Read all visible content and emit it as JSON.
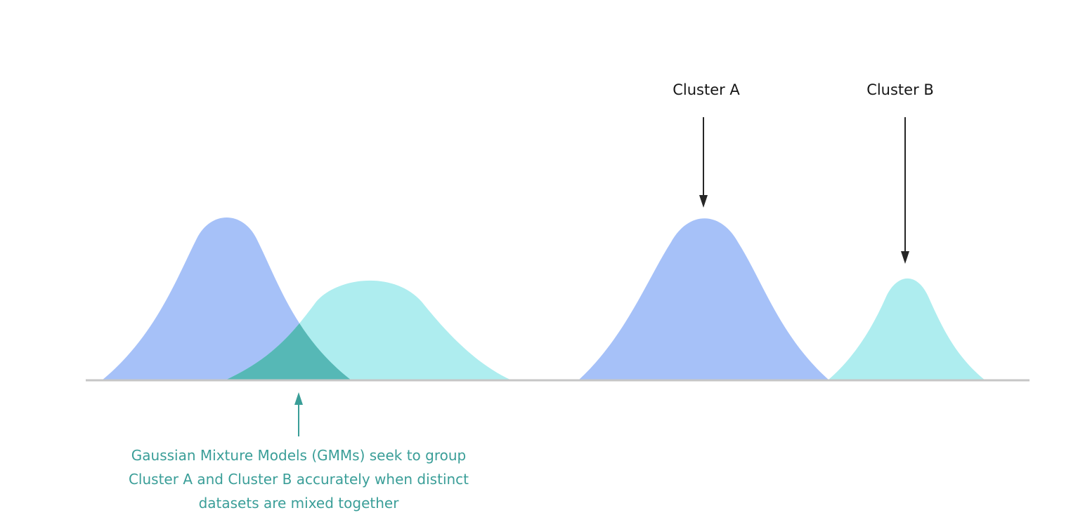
{
  "labels": {
    "cluster_a": "Cluster A",
    "cluster_b": "Cluster B"
  },
  "caption": {
    "line1": "Gaussian Mixture Models (GMMs) seek to group",
    "line2": "Cluster A and Cluster B accurately when distinct",
    "line3": "datasets are mixed together"
  },
  "colors": {
    "cluster_a": "#a6c1f8",
    "cluster_b": "#aeedef",
    "overlap": "#56b8b6",
    "caption": "#3a9e98",
    "arrow_dark": "#262626",
    "baseline": "#c6c6c6"
  }
}
